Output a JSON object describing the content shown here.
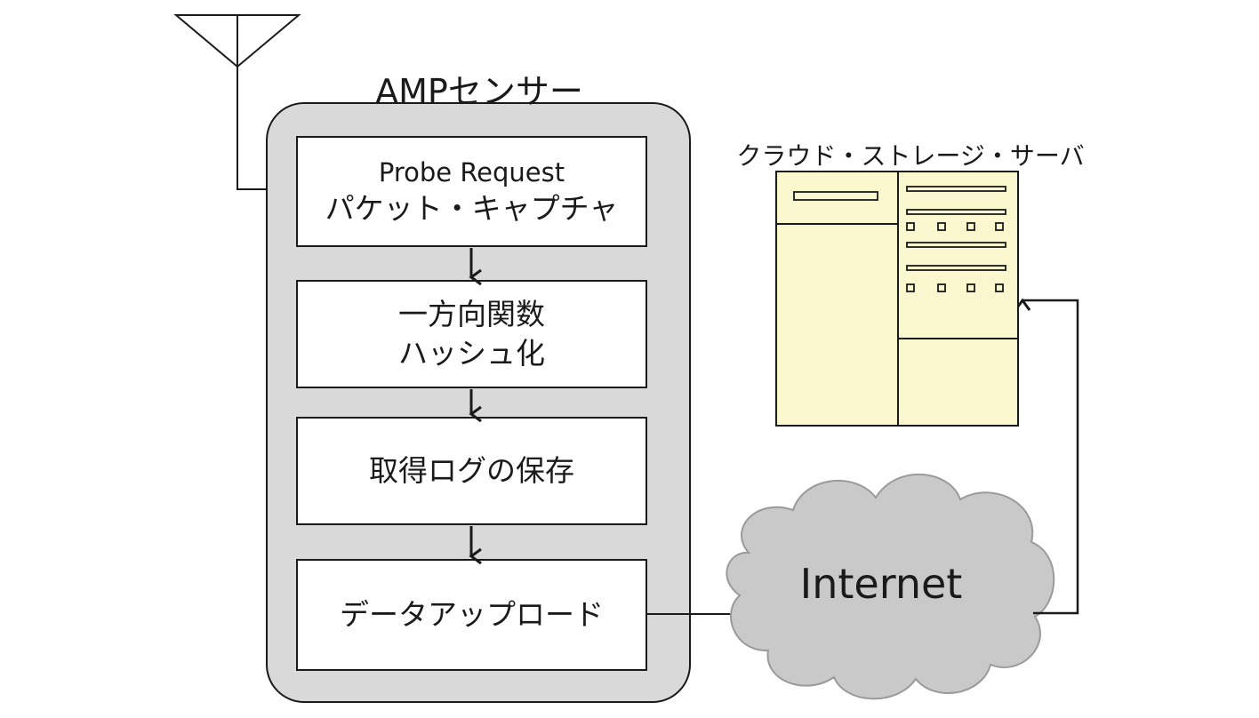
{
  "sensor": {
    "title": "AMPセンサー",
    "steps": [
      {
        "line1": "Probe Request",
        "line2": "パケット・キャプチャ"
      },
      {
        "line1": "一方向関数",
        "line2": "ハッシュ化"
      },
      {
        "line1": "取得ログの保存",
        "line2": ""
      },
      {
        "line1": "データアップロード",
        "line2": ""
      }
    ]
  },
  "server": {
    "title": "クラウド・ストレージ・サーバ"
  },
  "network": {
    "label": "Internet"
  },
  "colors": {
    "sensor_body": "#d9d9d9",
    "server_fill": "#fbf7cf",
    "cloud_fill": "#c9c9c9",
    "stroke": "#1a1a1a"
  }
}
